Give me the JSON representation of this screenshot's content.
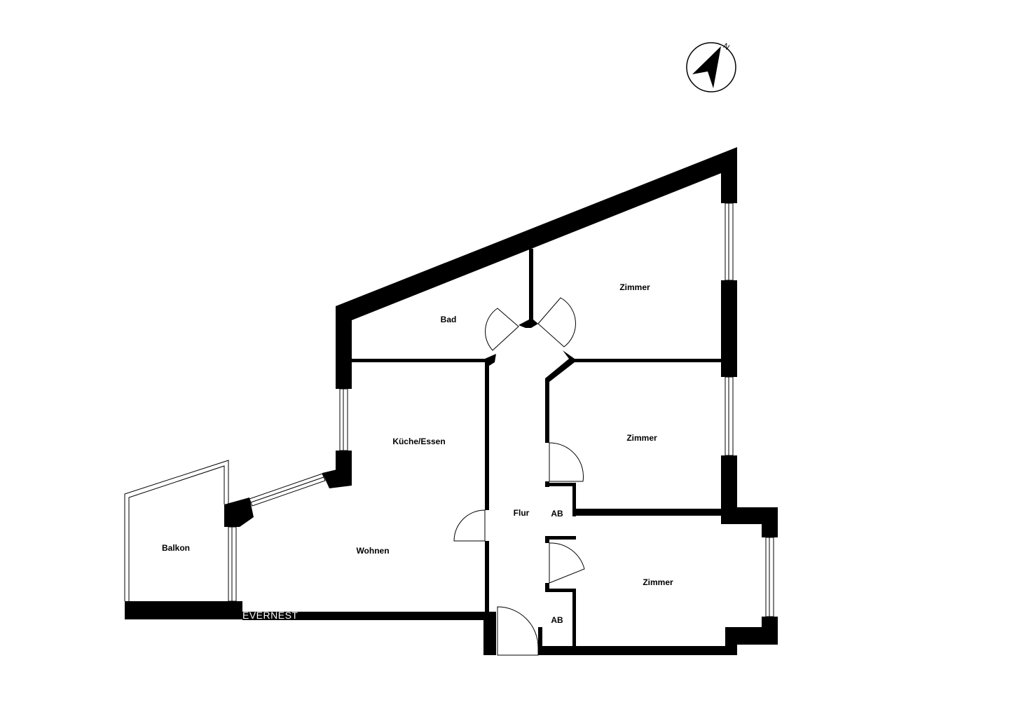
{
  "rooms": {
    "bad": "Bad",
    "zimmer_top": "Zimmer",
    "kueche": "Küche/Essen",
    "zimmer_middle": "Zimmer",
    "flur": "Flur",
    "ab_top": "AB",
    "wohnen": "Wohnen",
    "balkon": "Balkon",
    "zimmer_bottom": "Zimmer",
    "ab_bottom": "AB"
  },
  "watermark": "EVERNEST",
  "compass": {
    "letter": "N"
  },
  "colors": {
    "wall": "#000000",
    "background": "#ffffff"
  }
}
